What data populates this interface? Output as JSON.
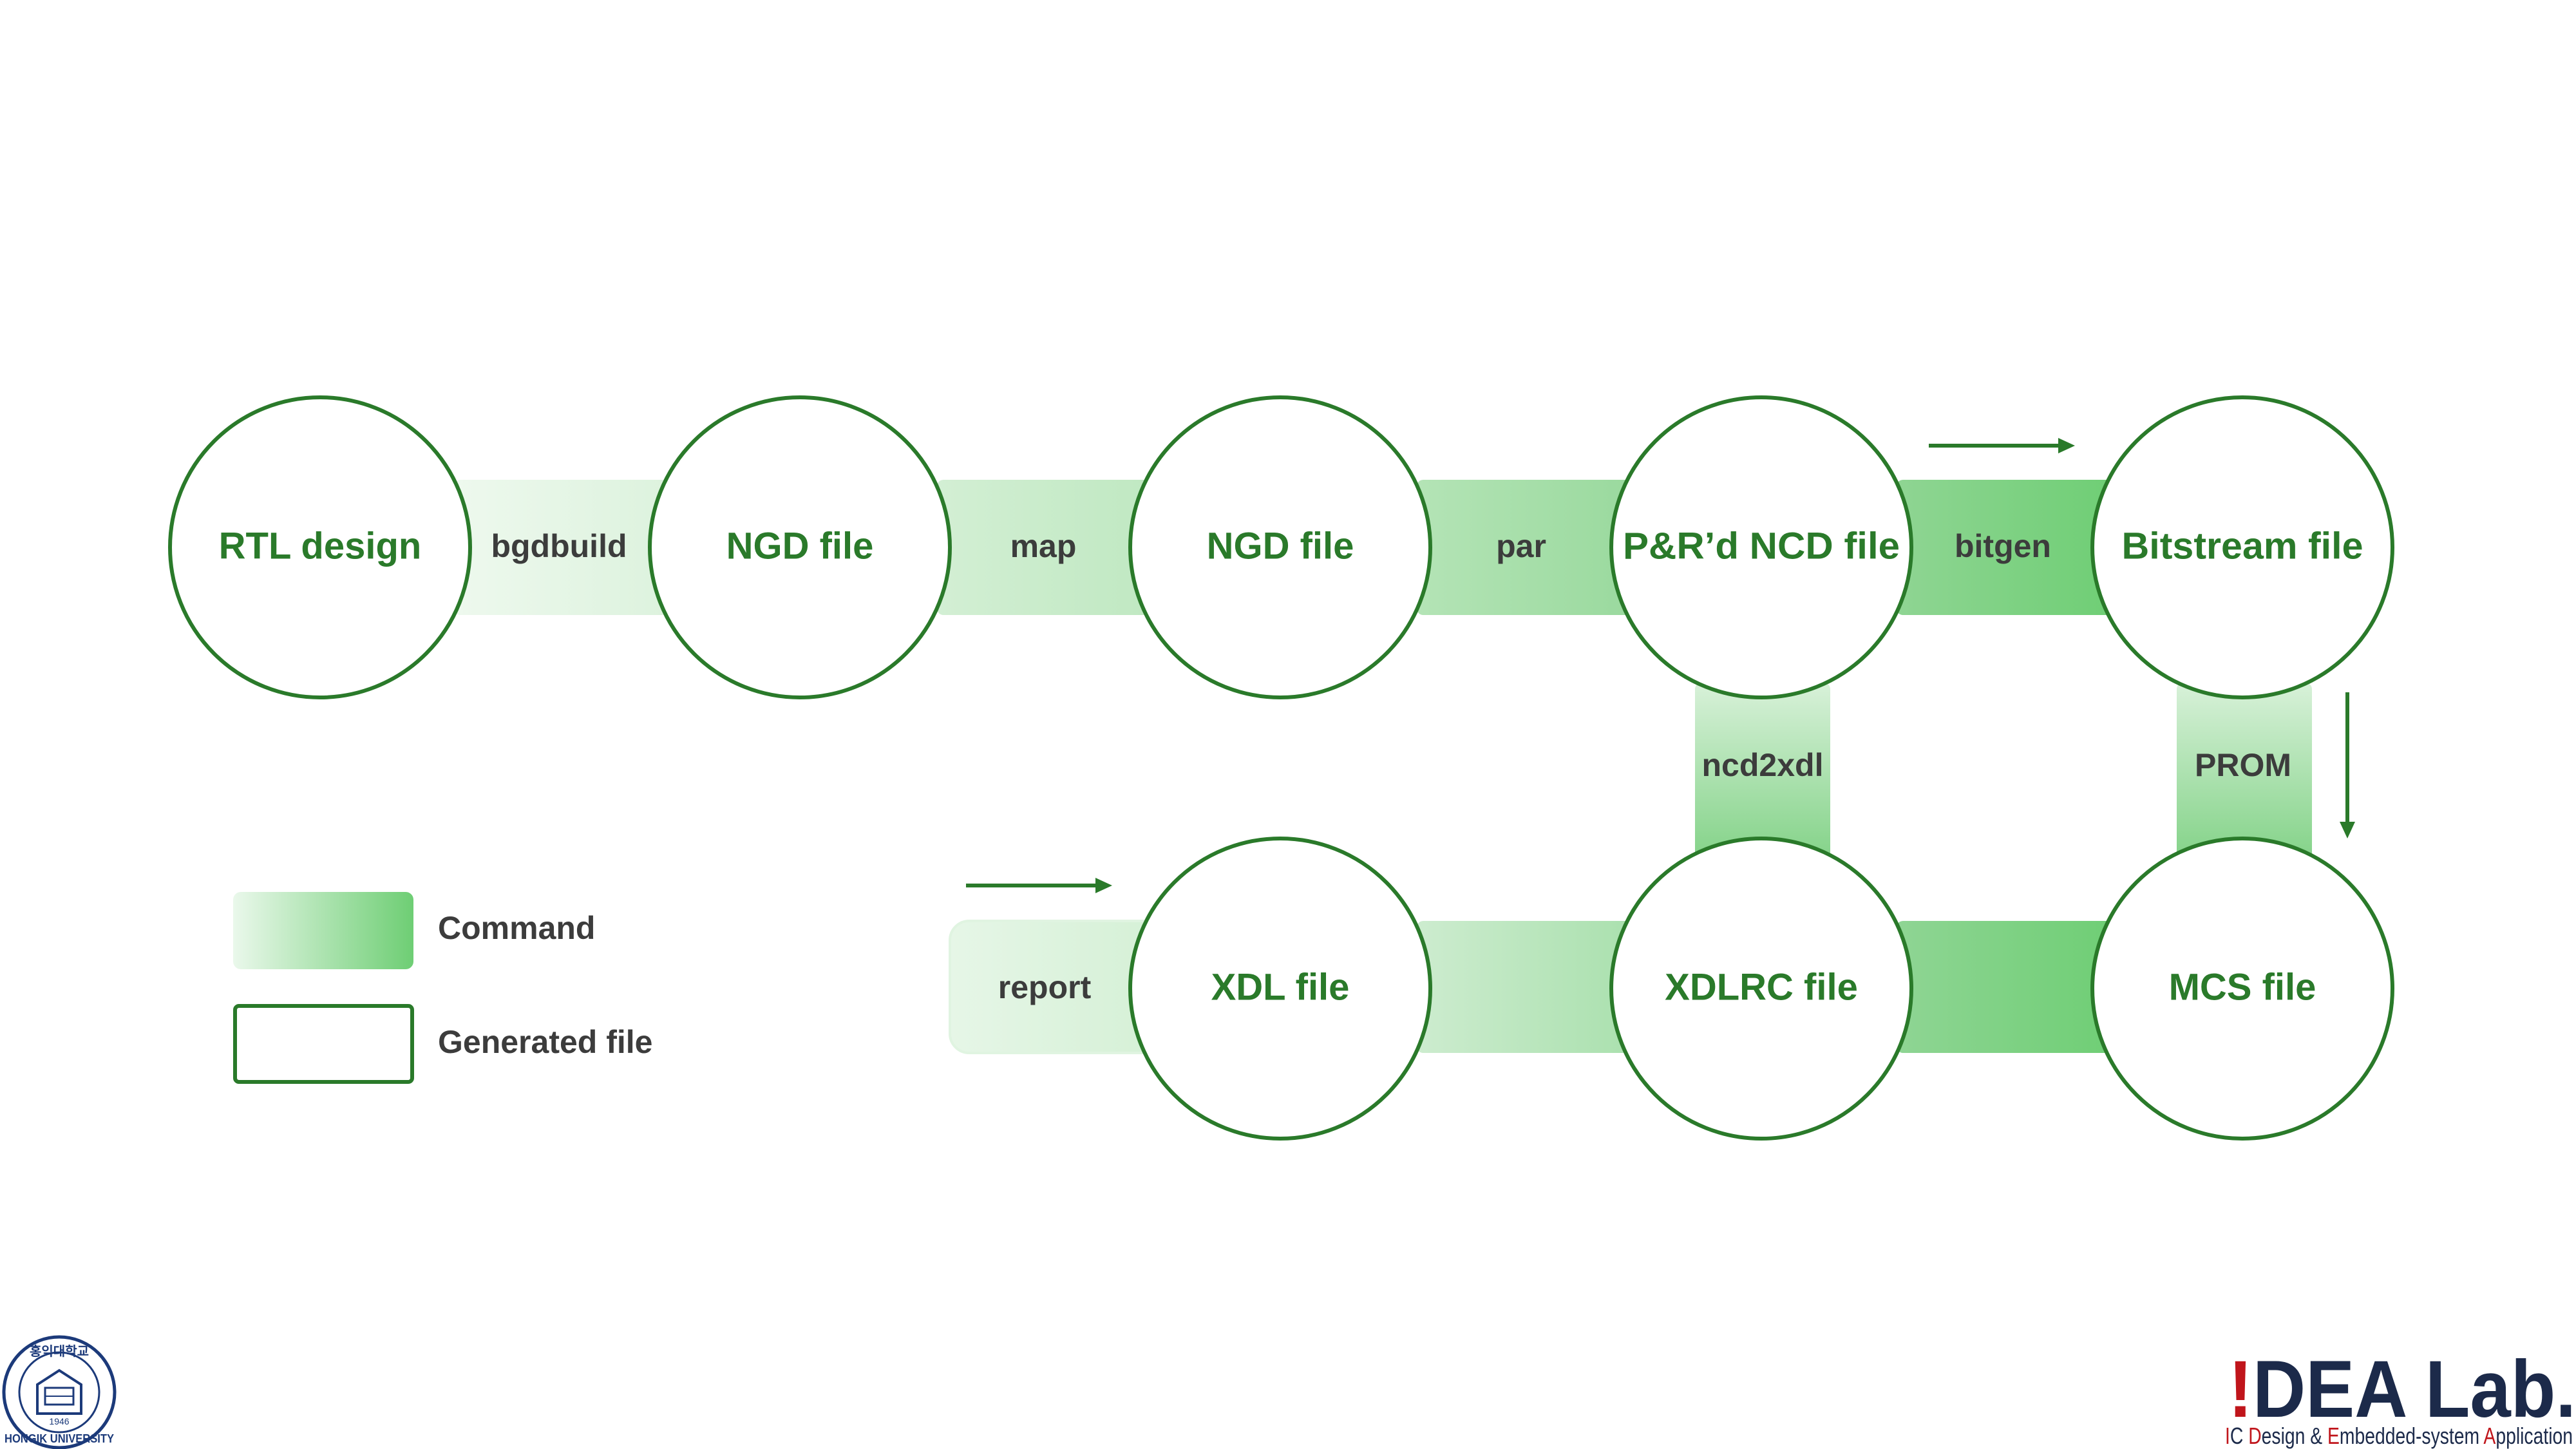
{
  "diagram": {
    "nodes": {
      "rtl": "RTL design",
      "ngd1": "NGD file",
      "ngd2": "NGD file",
      "ncd": "P&R’d NCD file",
      "bit": "Bitstream file",
      "xdl": "XDL file",
      "xdlrc": "XDLRC file",
      "mcs": "MCS file"
    },
    "commands": {
      "bgdbuild": "bgdbuild",
      "map": "map",
      "par": "par",
      "bitgen": "bitgen",
      "ncd2xdl": "ncd2xdl",
      "prom": "PROM",
      "report": "report"
    },
    "legend": {
      "command": "Command",
      "generated": "Generated file"
    }
  },
  "brand": {
    "seal_text": "HONGIK UNIVERSITY",
    "seal_year": "1946",
    "seal_korean": "홍익대학교",
    "lab_bang": "!",
    "lab_name": "DEA Lab.",
    "tag_i": "I",
    "tag_c": "C ",
    "tag_d": "D",
    "tag_esign": "esign & ",
    "tag_e": "E",
    "tag_mbedded": "mbedded-system ",
    "tag_a": "A",
    "tag_pplication": "pplication"
  },
  "colors": {
    "green_dark": "#2a7a2a",
    "green_fill": "#6ece74",
    "green_light": "#e8f7e9",
    "text_gray": "#3c3c3c",
    "brand_red": "#c0151b",
    "brand_navy": "#1c2a4a"
  }
}
